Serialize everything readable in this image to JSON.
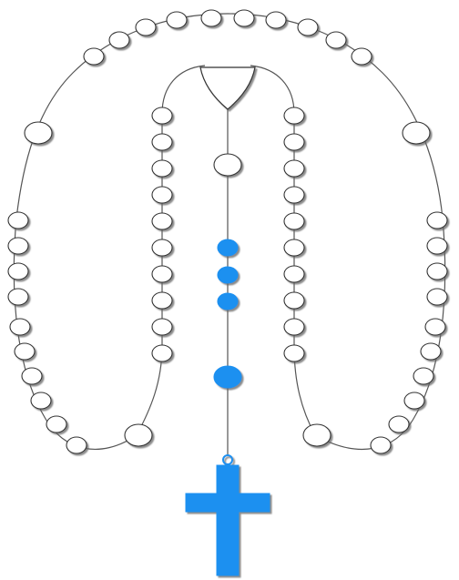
{
  "colors": {
    "background": "#ffffff",
    "bead_fill": "#ffffff",
    "bead_stroke": "#333333",
    "accent_blue": "#1e90f0",
    "shadow": "#666666",
    "chain": "#555555"
  },
  "rosary": {
    "loop_decades": 5,
    "beads_per_decade": 10,
    "pendant_small_beads": 3,
    "pendant_large_beads": 2,
    "pendant_highlighted": [
      "small-bead-1",
      "small-bead-2",
      "small-bead-3",
      "lower-large-bead"
    ],
    "icons": {
      "centerpiece": "centerpiece-medal-icon",
      "crucifix": "cross-icon"
    }
  }
}
